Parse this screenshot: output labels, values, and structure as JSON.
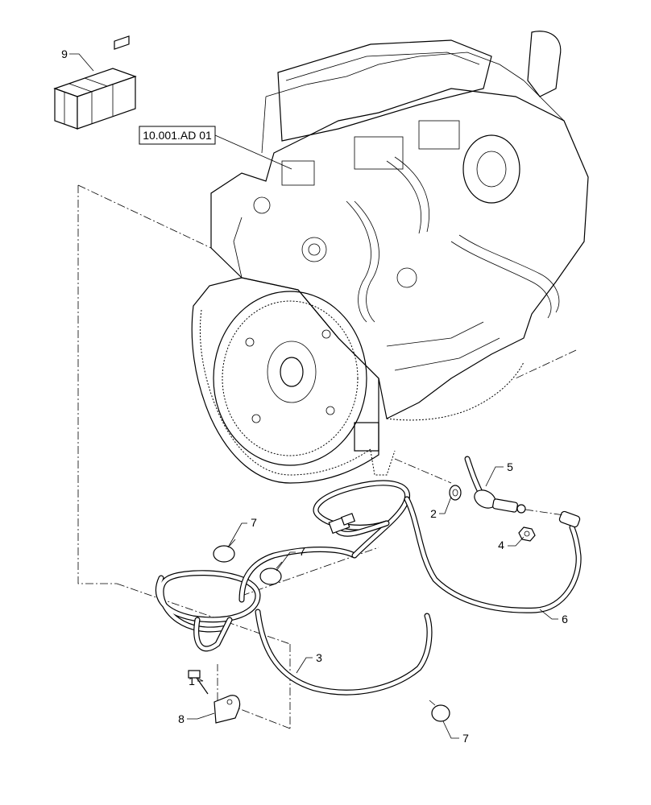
{
  "reference": {
    "label": "10.001.AD 01"
  },
  "callouts": [
    {
      "id": "9",
      "label": "9"
    },
    {
      "id": "5",
      "label": "5"
    },
    {
      "id": "2",
      "label": "2"
    },
    {
      "id": "4",
      "label": "4"
    },
    {
      "id": "6",
      "label": "6"
    },
    {
      "id": "7a",
      "label": "7"
    },
    {
      "id": "7b",
      "label": "7"
    },
    {
      "id": "3",
      "label": "3"
    },
    {
      "id": "1",
      "label": "1"
    },
    {
      "id": "8",
      "label": "8"
    },
    {
      "id": "7c",
      "label": "7"
    }
  ]
}
